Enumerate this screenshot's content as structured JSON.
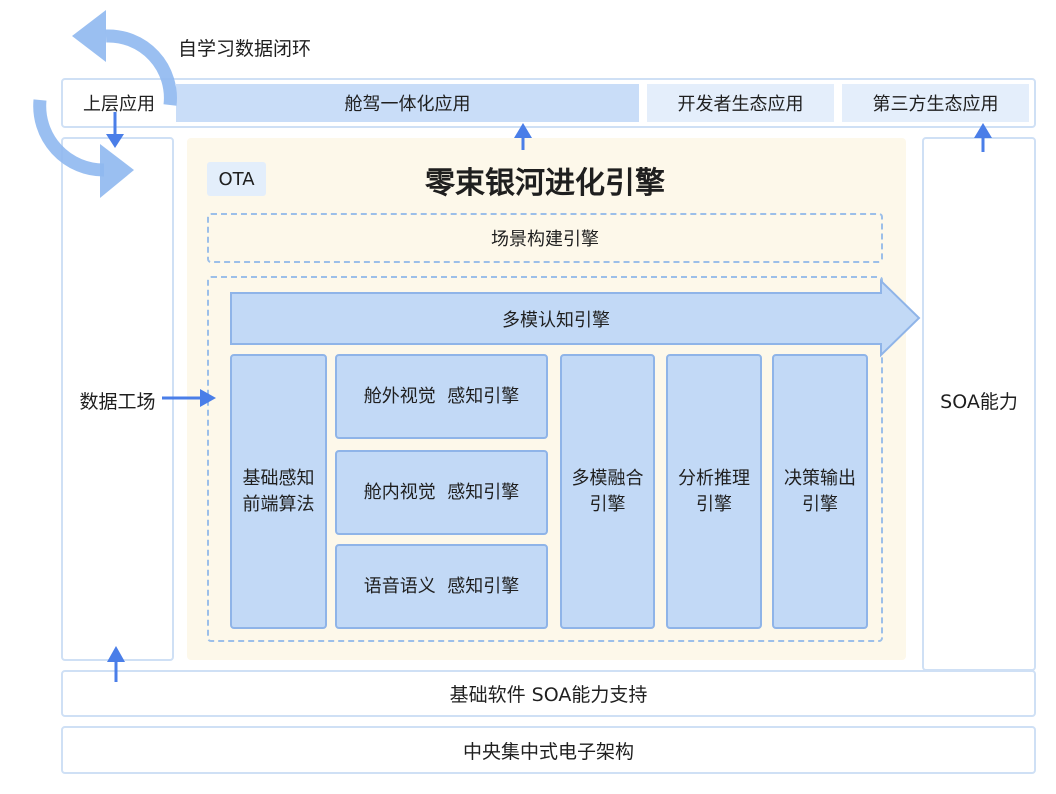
{
  "loop_label": "自学习数据闭环",
  "top_apps": {
    "upper": "上层应用",
    "cockpit_driving": "舱驾一体化应用",
    "developer": "开发者生态应用",
    "third_party": "第三方生态应用"
  },
  "data_factory": "数据工场",
  "soa_capability": "SOA能力",
  "engine": {
    "ota": "OTA",
    "title": "零束银河进化引擎",
    "scene_engine": "场景构建引擎",
    "multimodal_cognition": "多模认知引擎",
    "basic_perception": "基础感知\n前端算法",
    "exterior_vision": "舱外视觉  感知引擎",
    "interior_vision": "舱内视觉  感知引擎",
    "voice_semantic": "语音语义  感知引擎",
    "multimodal_fusion": "多模融合\n引擎",
    "analysis_reasoning": "分析推理\n引擎",
    "decision_output": "决策输出\n引擎"
  },
  "base_soa": "基础软件 SOA能力支持",
  "central_architecture": "中央集中式电子架构",
  "colors": {
    "arrow_blue": "#4a7ee8",
    "loop_blue": "#8fb8f0",
    "box_fill": "#c2d9f6",
    "engine_bg": "#fdf8ea"
  }
}
